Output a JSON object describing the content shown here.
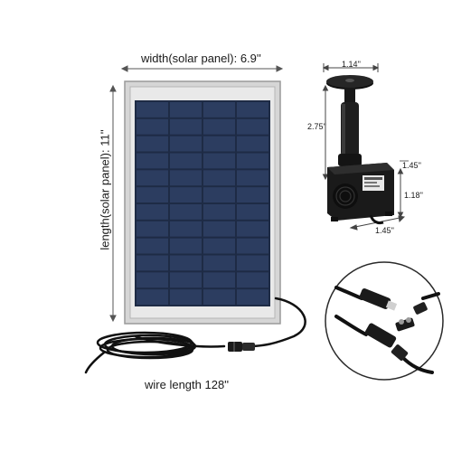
{
  "dimensions": {
    "solar_panel_width": "width(solar panel): 6.9''",
    "solar_panel_length": "length(solar panel): 11''",
    "wire_length": "wire length 128''",
    "pump_top_width": "1.14''",
    "pump_stem_height": "2.75''",
    "pump_base_height": "1.45''",
    "pump_base_depth": "1.18''",
    "pump_base_width": "1.45''"
  },
  "colors": {
    "panel_frame": "#d8d8d8",
    "panel_cell": "#2a3a5c",
    "cable": "#111111",
    "pump_body": "#1b1b1b"
  }
}
